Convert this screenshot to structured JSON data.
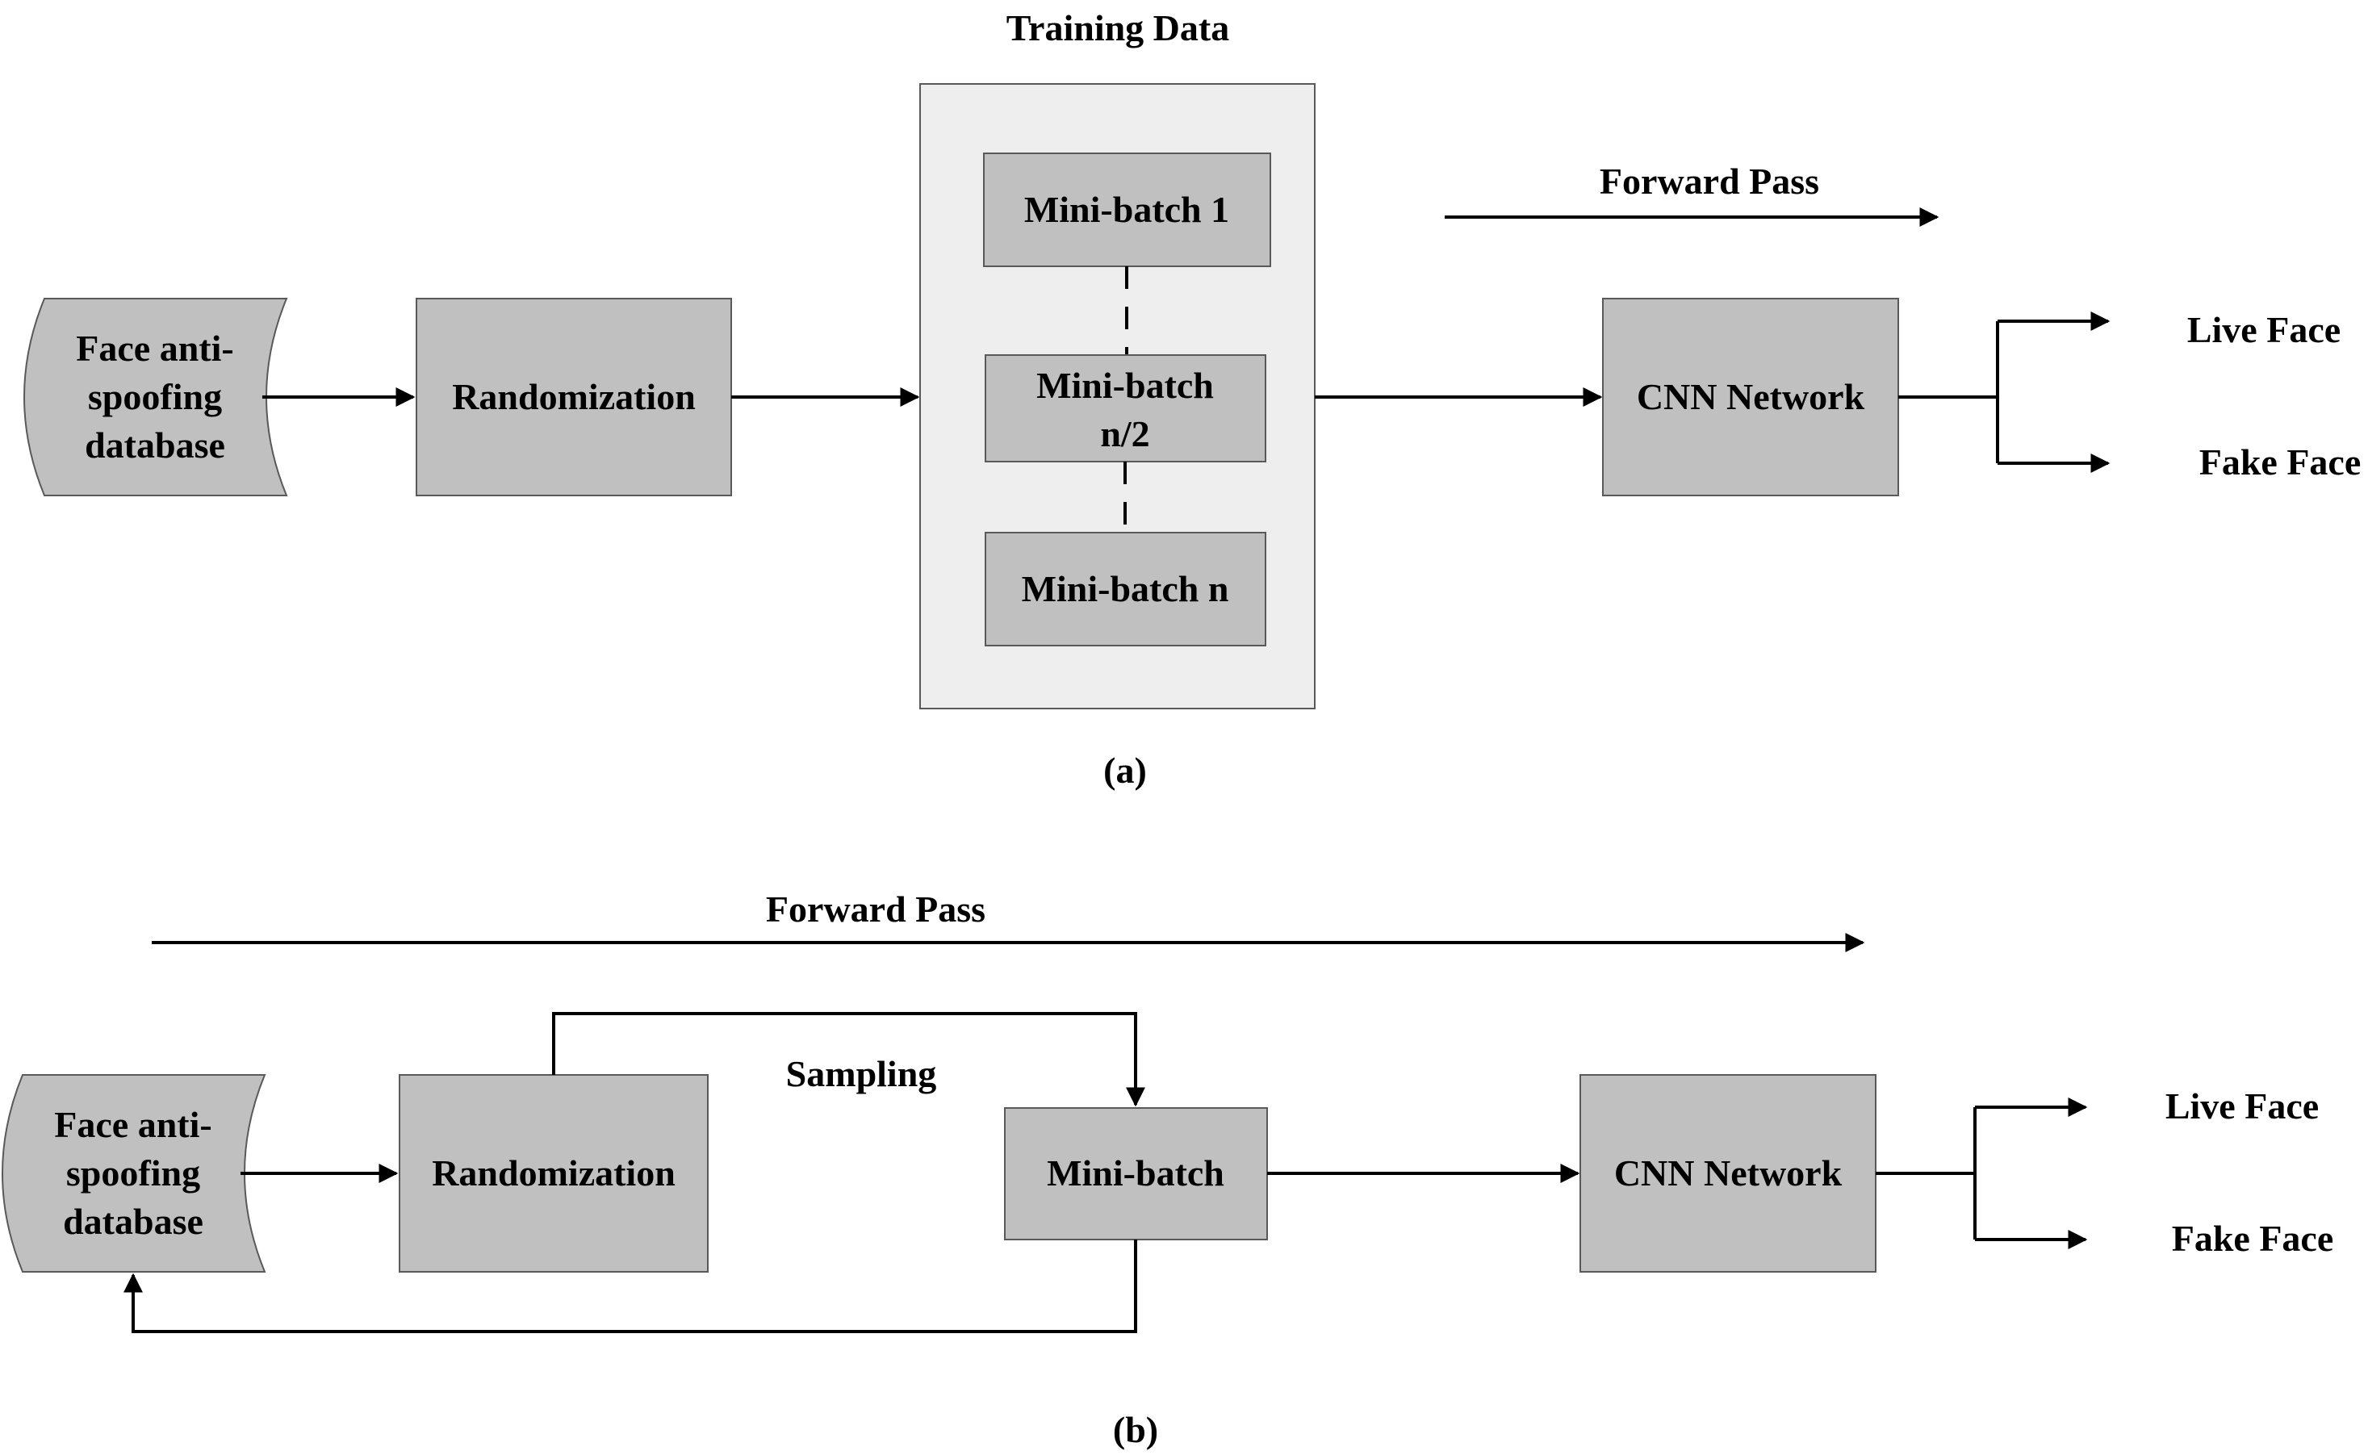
{
  "panel_a": {
    "training_data_title": "Training Data",
    "database": [
      "Face anti-",
      "spoofing",
      "database"
    ],
    "randomization": "Randomization",
    "minibatch_1": "Mini-batch 1",
    "minibatch_half": [
      "Mini-batch",
      "n/2"
    ],
    "minibatch_n": "Mini-batch n",
    "forward_pass": "Forward Pass",
    "cnn": "CNN Network",
    "live_face": "Live Face",
    "fake_face": "Fake Face",
    "caption": "(a)"
  },
  "panel_b": {
    "forward_pass": "Forward Pass",
    "sampling": "Sampling",
    "database": [
      "Face anti-",
      "spoofing",
      "database"
    ],
    "randomization": "Randomization",
    "minibatch": "Mini-batch",
    "cnn": "CNN Network",
    "live_face": "Live Face",
    "fake_face": "Fake Face",
    "caption": "(b)"
  },
  "colors": {
    "box_fill": "#c0c0c0",
    "panel_fill": "#eeeeee",
    "stroke": "#000000"
  }
}
